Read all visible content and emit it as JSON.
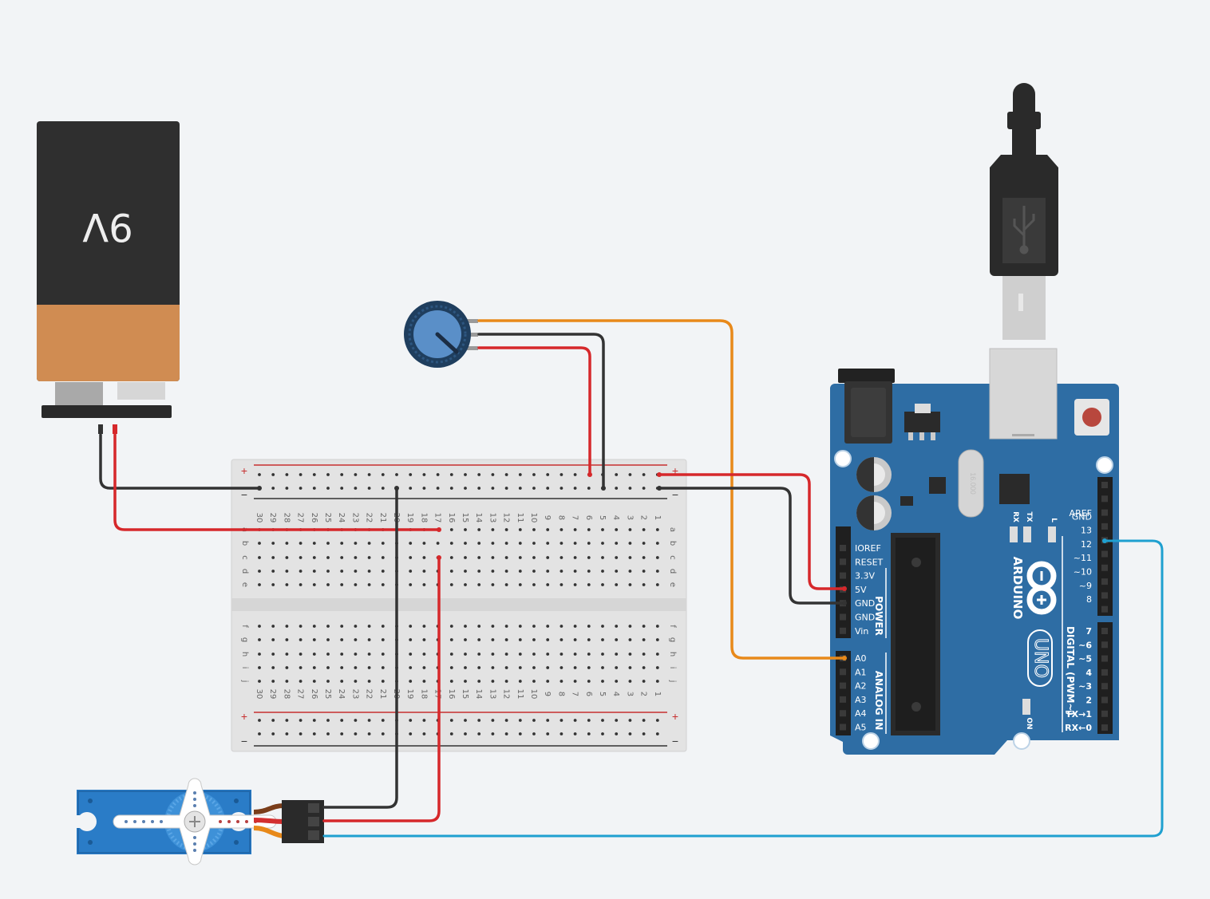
{
  "battery": {
    "label": "9V"
  },
  "breadboard": {
    "plus": "+",
    "minus": "−",
    "columns": [
      "30",
      "29",
      "28",
      "27",
      "26",
      "25",
      "24",
      "23",
      "22",
      "21",
      "20",
      "19",
      "18",
      "17",
      "16",
      "15",
      "14",
      "13",
      "12",
      "11",
      "10",
      "9",
      "8",
      "7",
      "6",
      "5",
      "4",
      "3",
      "2",
      "1"
    ],
    "rows_top": [
      "a",
      "b",
      "c",
      "d",
      "e"
    ],
    "rows_bottom": [
      "f",
      "g",
      "h",
      "i",
      "j"
    ]
  },
  "arduino": {
    "brand": "ARDUINO",
    "model": "UNO",
    "power_title": "POWER",
    "analog_title": "ANALOG IN",
    "digital_title": "DIGITAL (PWM~)",
    "crystal": "16.000",
    "power_pins": [
      "IOREF",
      "RESET",
      "3.3V",
      "5V",
      "GND",
      "GND",
      "Vin"
    ],
    "analog_pins": [
      "A0",
      "A1",
      "A2",
      "A3",
      "A4",
      "A5"
    ],
    "digital_top": [
      "AREF",
      "GND",
      "13",
      "12",
      "~11",
      "~10",
      "~9",
      "8"
    ],
    "digital_bottom": [
      "7",
      "~6",
      "~5",
      "4",
      "~3",
      "2",
      "TX→1",
      "RX←0"
    ],
    "leds": [
      "RX",
      "TX",
      "L"
    ],
    "on_label": "ON"
  },
  "colors": {
    "wire_red": "#d6282b",
    "wire_black": "#333333",
    "wire_orange": "#e8891a",
    "wire_blue": "#1fa0d0",
    "board_blue": "#2e6da4",
    "battery_top": "#2f2f2f",
    "battery_bottom": "#d08c52"
  }
}
